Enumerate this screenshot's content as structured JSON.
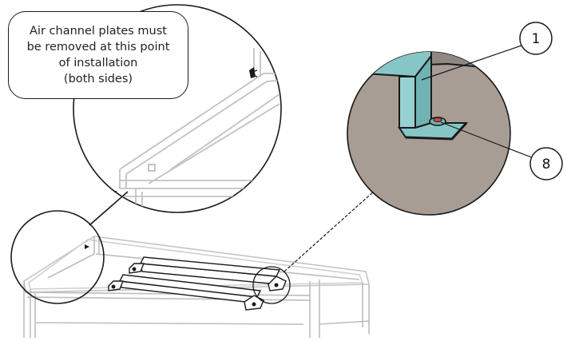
{
  "note": {
    "lines": [
      "Air channel plates must",
      "be removed at this point",
      "of installation",
      "(both sides)"
    ]
  },
  "callouts": [
    {
      "id": "1",
      "label": "1"
    },
    {
      "id": "8",
      "label": "8"
    }
  ],
  "colors": {
    "line": "#1a1a1a",
    "frame": "#b8b8b8",
    "detail_background": "#a89d95",
    "bracket": "#86c6c6",
    "bracket_dark": "#4f9a9a",
    "fastener": "#d64a3a"
  }
}
